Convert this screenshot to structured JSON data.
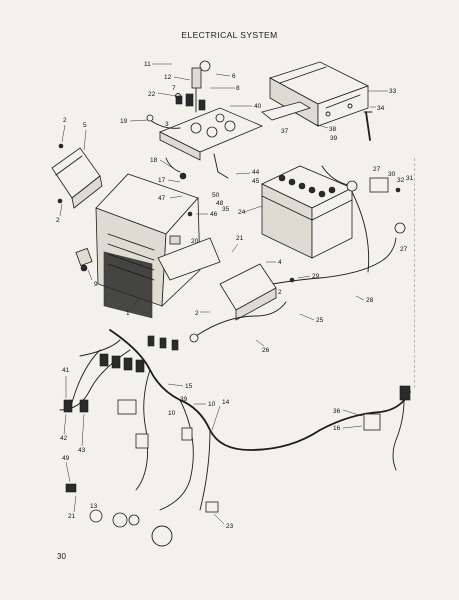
{
  "page": {
    "title": "ELECTRICAL SYSTEM",
    "page_number": "30"
  },
  "callouts": [
    {
      "id": "c11",
      "text": "11"
    },
    {
      "id": "c12",
      "text": "12"
    },
    {
      "id": "c7",
      "text": "7"
    },
    {
      "id": "c6",
      "text": "6"
    },
    {
      "id": "c22",
      "text": "22"
    },
    {
      "id": "c8",
      "text": "8"
    },
    {
      "id": "c40",
      "text": "40"
    },
    {
      "id": "c19",
      "text": "19"
    },
    {
      "id": "c3",
      "text": "3"
    },
    {
      "id": "c33",
      "text": "33"
    },
    {
      "id": "c34",
      "text": "34"
    },
    {
      "id": "c37",
      "text": "37"
    },
    {
      "id": "c38",
      "text": "38"
    },
    {
      "id": "c39",
      "text": "39"
    },
    {
      "id": "c2a",
      "text": "2"
    },
    {
      "id": "c5",
      "text": "5"
    },
    {
      "id": "c18",
      "text": "18"
    },
    {
      "id": "c17",
      "text": "17"
    },
    {
      "id": "c44",
      "text": "44"
    },
    {
      "id": "c45",
      "text": "45"
    },
    {
      "id": "c27a",
      "text": "27"
    },
    {
      "id": "c30",
      "text": "30"
    },
    {
      "id": "c32",
      "text": "32"
    },
    {
      "id": "c31",
      "text": "31"
    },
    {
      "id": "c50",
      "text": "50"
    },
    {
      "id": "c48",
      "text": "48"
    },
    {
      "id": "c35",
      "text": "35"
    },
    {
      "id": "c47",
      "text": "47"
    },
    {
      "id": "c46",
      "text": "46"
    },
    {
      "id": "c24",
      "text": "24"
    },
    {
      "id": "c2b",
      "text": "2"
    },
    {
      "id": "c20",
      "text": "20"
    },
    {
      "id": "c21a",
      "text": "21"
    },
    {
      "id": "c27b",
      "text": "27"
    },
    {
      "id": "c9",
      "text": "9"
    },
    {
      "id": "c4",
      "text": "4"
    },
    {
      "id": "c29",
      "text": "29"
    },
    {
      "id": "c2c",
      "text": "2"
    },
    {
      "id": "c1",
      "text": "1"
    },
    {
      "id": "c28",
      "text": "28"
    },
    {
      "id": "c2d",
      "text": "2"
    },
    {
      "id": "c25",
      "text": "25"
    },
    {
      "id": "c26",
      "text": "26"
    },
    {
      "id": "c41",
      "text": "41"
    },
    {
      "id": "c15",
      "text": "15"
    },
    {
      "id": "c39b",
      "text": "39"
    },
    {
      "id": "c10a",
      "text": "10"
    },
    {
      "id": "c14",
      "text": "14"
    },
    {
      "id": "c10b",
      "text": "10"
    },
    {
      "id": "c36",
      "text": "36"
    },
    {
      "id": "c16",
      "text": "16"
    },
    {
      "id": "c42",
      "text": "42"
    },
    {
      "id": "c43",
      "text": "43"
    },
    {
      "id": "c49",
      "text": "49"
    },
    {
      "id": "c21b",
      "text": "21"
    },
    {
      "id": "c13",
      "text": "13"
    },
    {
      "id": "c23",
      "text": "23"
    }
  ]
}
